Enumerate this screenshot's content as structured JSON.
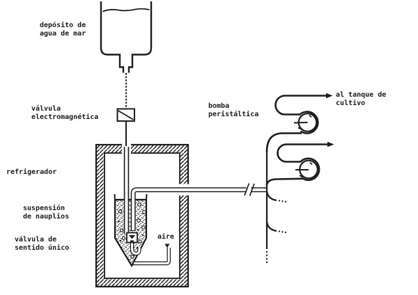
{
  "figure": {
    "colors": {
      "ink": "#1c1c1c",
      "paper": "#ffffff"
    },
    "labels": {
      "reservoir": "depósito de\nagua de mar",
      "solenoid_valve": "válvula\nelectromagnética",
      "pump": "bomba\nperistáltica",
      "to_culture_tank": "al tanque de cultivo",
      "refrigerator": "refrigerador",
      "suspension": "suspensión\nde nauplios",
      "one_way_valve": "válvula de\nsentido único",
      "air": "aire"
    }
  }
}
